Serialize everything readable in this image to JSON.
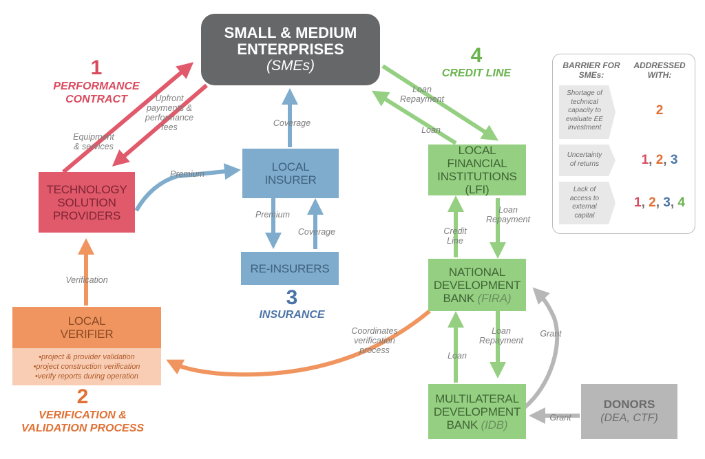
{
  "colors": {
    "red": "#e05a6b",
    "orange": "#f0955f",
    "blue": "#7faccc",
    "green": "#95cf82",
    "gray_dark": "#666768",
    "gray_light": "#b7b7b7",
    "num_red": "#d94a5e",
    "num_orange": "#e07034",
    "num_blue": "#4a73a6",
    "num_green": "#6ab34e"
  },
  "boxes": {
    "smes": {
      "line1": "SMALL & MEDIUM",
      "line2": "ENTERPRISES",
      "line3": "(SMEs)"
    },
    "tsp": {
      "line1": "TECHNOLOGY",
      "line2": "SOLUTION",
      "line3": "PROVIDERS"
    },
    "insurer": {
      "line1": "LOCAL",
      "line2": "INSURER"
    },
    "reinsurers": {
      "line1": "RE-INSURERS"
    },
    "lfi": {
      "line1": "LOCAL",
      "line2": "FINANCIAL",
      "line3": "INSTITUTIONS (LFI)"
    },
    "ndb": {
      "line1": "NATIONAL",
      "line2": "DEVELOPMENT",
      "line3": "BANK",
      "line3_italic": "(FIRA)"
    },
    "mdb": {
      "line1": "MULTILATERAL",
      "line2": "DEVELOPMENT",
      "line3": "BANK",
      "line3_italic": "(IDB)"
    },
    "donors": {
      "line1": "DONORS",
      "line2": "(DEA, CTF)"
    },
    "verifier": {
      "line1": "LOCAL",
      "line2": "VERIFIER",
      "bullets": [
        "•project & provider validation",
        "•project construction verification",
        "•verify reports during operation"
      ]
    }
  },
  "mechanisms": {
    "m1": {
      "number": "1",
      "line1": "PERFORMANCE",
      "line2": "CONTRACT"
    },
    "m2": {
      "number": "2",
      "line1": "VERIFICATION &",
      "line2": "VALIDATION PROCESS"
    },
    "m3": {
      "number": "3",
      "line1": "INSURANCE"
    },
    "m4": {
      "number": "4",
      "line1": "CREDIT LINE"
    }
  },
  "flows": {
    "equipment": {
      "line1": "Equipment",
      "line2": "& services"
    },
    "upfront": {
      "line1": "Upfront",
      "line2": "payments &",
      "line3": "performance",
      "line4": "fees"
    },
    "premium_top": "Premium",
    "coverage_top": "Coverage",
    "premium_mid": "Premium",
    "coverage_mid": "Coverage",
    "loan_repayment_top": {
      "line1": "Loan",
      "line2": "Repayment"
    },
    "loan_top": "Loan",
    "credit_line": {
      "line1": "Credit",
      "line2": "Line"
    },
    "loan_repayment_mid": {
      "line1": "Loan",
      "line2": "Repayment"
    },
    "loan_repayment_low": {
      "line1": "Loan",
      "line2": "Repayment"
    },
    "loan_low": "Loan",
    "grant_curve": "Grant",
    "grant_donor": "Grant",
    "verification": "Verification",
    "coordinates": {
      "line1": "Coordinates",
      "line2": "verification",
      "line3": "process"
    }
  },
  "legend": {
    "header_left": {
      "line1": "BARRIER FOR",
      "line2": "SMEs:"
    },
    "header_right": {
      "line1": "ADDRESSED",
      "line2": "WITH:"
    },
    "rows": [
      {
        "barrier": [
          "Shortage of",
          "technical",
          "capacity to",
          "evaluate EE",
          "investment"
        ],
        "nums": [
          "2"
        ],
        "colors": [
          "#e07034"
        ]
      },
      {
        "barrier": [
          "Uncertainty",
          "of returns"
        ],
        "nums": [
          "1",
          "2",
          "3"
        ],
        "colors": [
          "#d94a5e",
          "#e07034",
          "#4a73a6"
        ]
      },
      {
        "barrier": [
          "Lack of",
          "access to",
          "external",
          "capital"
        ],
        "nums": [
          "1",
          "2",
          "3",
          "4"
        ],
        "colors": [
          "#d94a5e",
          "#e07034",
          "#4a73a6",
          "#6ab34e"
        ]
      }
    ]
  }
}
